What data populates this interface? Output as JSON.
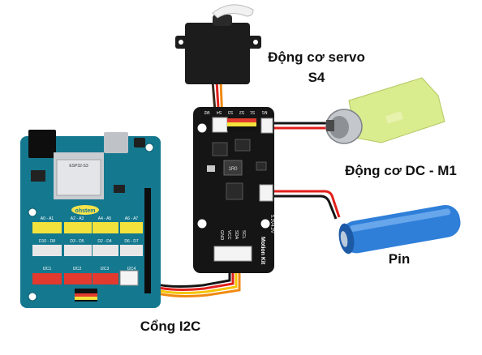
{
  "labels": {
    "servo_line1": "Động cơ servo",
    "servo_line2": "S4",
    "dc_motor": "Động cơ DC - M1",
    "battery": "Pin",
    "i2c_port": "Cổng I2C"
  },
  "board_left": {
    "module_text": "ESP32-S3",
    "brand_text": "ohstem",
    "port_labels": [
      "A0 - A1",
      "A2 - A3",
      "A4 - A5",
      "A6 - A7",
      "D10 - D8",
      "D3 - D5",
      "D2 - D4",
      "D6 - D7",
      "I2C1",
      "I2C2",
      "I2C3",
      "I2C4"
    ]
  },
  "board_right": {
    "header_pins": [
      "M2",
      "S4",
      "S3",
      "S2",
      "S1",
      "M1"
    ],
    "bottom_pins": [
      "GND",
      "VCC",
      "SDA",
      "SCL"
    ],
    "side_text": "Motion Kit",
    "side_text2": "5.2V4.2V",
    "chip_text": "1R0"
  },
  "colors": {
    "board_left": "#14788f",
    "board_right": "#151515",
    "wire_red": "#e0201b",
    "wire_black": "#141414",
    "wire_yellow": "#f5c400",
    "wire_orange": "#f08a12",
    "motor_yellow": "#d9ec8e",
    "battery_blue": "#2f7fd9",
    "header_yellow": "#f3e23c",
    "header_red": "#e23a2f",
    "servo_body": "#1c1c1c"
  }
}
